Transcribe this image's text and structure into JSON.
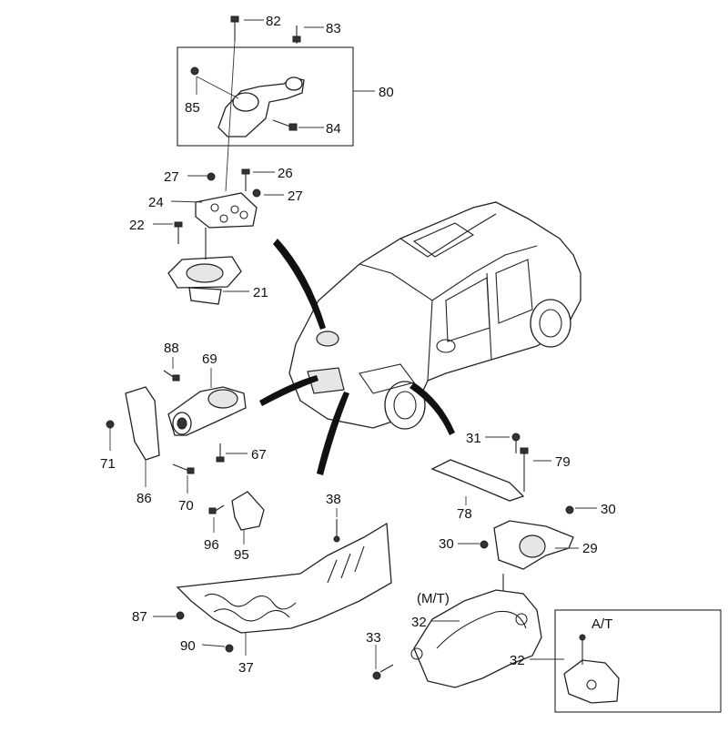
{
  "diagram": {
    "callouts": {
      "c82": "82",
      "c83": "83",
      "c80": "80",
      "c85": "85",
      "c84": "84",
      "c27a": "27",
      "c26": "26",
      "c24": "24",
      "c27b": "27",
      "c22": "22",
      "c21": "21",
      "c88": "88",
      "c69": "69",
      "c71": "71",
      "c67": "67",
      "c86": "86",
      "c70": "70",
      "c96": "96",
      "c95": "95",
      "c38": "38",
      "c31": "31",
      "c79": "79",
      "c78": "78",
      "c30a": "30",
      "c30b": "30",
      "c29": "29",
      "c87": "87",
      "c90": "90",
      "c37": "37",
      "c33": "33",
      "c32a": "32",
      "c32b": "32"
    },
    "variant_mt": "(M/T)",
    "variant_at": "A/T"
  }
}
